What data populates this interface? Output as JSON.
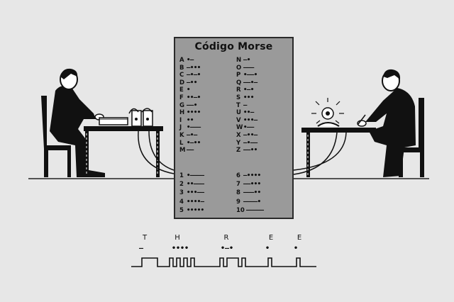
{
  "card": {
    "title": "Código Morse",
    "left_column": [
      {
        "char": "A",
        "code": "•—"
      },
      {
        "char": "B",
        "code": "—•••"
      },
      {
        "char": "C",
        "code": "—•—•"
      },
      {
        "char": "D",
        "code": "—••"
      },
      {
        "char": "E",
        "code": "•"
      },
      {
        "char": "F",
        "code": "••—•"
      },
      {
        "char": "G",
        "code": "——•"
      },
      {
        "char": "H",
        "code": "••••"
      },
      {
        "char": "I",
        "code": "••"
      },
      {
        "char": "J",
        "code": "•———"
      },
      {
        "char": "K",
        "code": "—•—"
      },
      {
        "char": "L",
        "code": "•—••"
      },
      {
        "char": "M",
        "code": "——"
      }
    ],
    "right_column": [
      {
        "char": "N",
        "code": "—•"
      },
      {
        "char": "O",
        "code": "———"
      },
      {
        "char": "P",
        "code": "•——•"
      },
      {
        "char": "Q",
        "code": "——•—"
      },
      {
        "char": "R",
        "code": "•—•"
      },
      {
        "char": "S",
        "code": "•••"
      },
      {
        "char": "T",
        "code": "—"
      },
      {
        "char": "U",
        "code": "••—"
      },
      {
        "char": "V",
        "code": "•••—"
      },
      {
        "char": "W",
        "code": "•——"
      },
      {
        "char": "X",
        "code": "—••—"
      },
      {
        "char": "Y",
        "code": "—•——"
      },
      {
        "char": "Z",
        "code": "——••"
      }
    ],
    "numbers_left": [
      {
        "char": "1",
        "code": "•————"
      },
      {
        "char": "2",
        "code": "••———"
      },
      {
        "char": "3",
        "code": "•••——"
      },
      {
        "char": "4",
        "code": "••••—"
      },
      {
        "char": "5",
        "code": "•••••"
      }
    ],
    "numbers_right": [
      {
        "char": "6",
        "code": "—••••"
      },
      {
        "char": "7",
        "code": "——•••"
      },
      {
        "char": "8",
        "code": "———••"
      },
      {
        "char": "9",
        "code": "————•"
      },
      {
        "char": "10",
        "code": "—————"
      }
    ]
  },
  "word_example": {
    "letters": [
      {
        "char": "T",
        "code": "—"
      },
      {
        "char": "H",
        "code": "••••"
      },
      {
        "char": "R",
        "code": "•—•"
      },
      {
        "char": "E",
        "code": "•"
      },
      {
        "char": "E",
        "code": "•"
      }
    ]
  }
}
